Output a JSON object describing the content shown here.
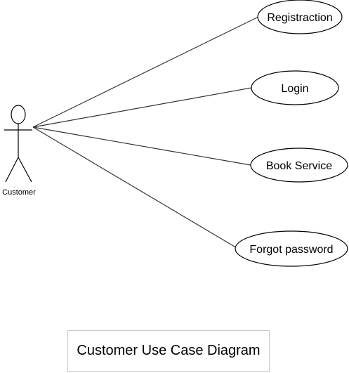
{
  "actor": {
    "label": "Customer"
  },
  "use_cases": [
    {
      "label": "Registraction"
    },
    {
      "label": "Login"
    },
    {
      "label": "Book Service"
    },
    {
      "label": "Forgot password"
    }
  ],
  "caption": "Customer Use Case Diagram",
  "colors": {
    "stroke": "#000000",
    "association_line": "#333333",
    "caption_border": "#c8c8c8"
  }
}
